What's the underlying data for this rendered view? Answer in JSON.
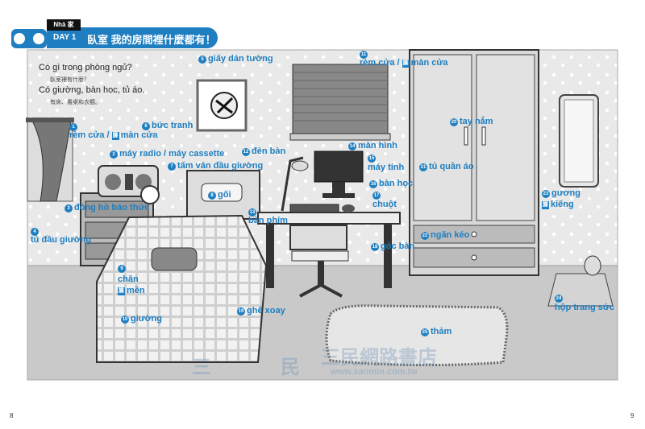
{
  "header": {
    "tag": "Nhà 家",
    "day": "DAY 1",
    "title": "臥室 我的房間裡什麼都有！"
  },
  "intro": {
    "q1": "Có gì trong phòng ngủ?",
    "q1_cn": "臥室裡有什麼？",
    "q2": "Có giường, bàn học, tủ áo.",
    "q2_cn": "有床、書桌和衣櫥。"
  },
  "labels": [
    {
      "n": "1",
      "text": "rèm cửa /",
      "cn": "簾",
      "text2": "màn cửa"
    },
    {
      "n": "2",
      "text": "máy radio / máy cassette"
    },
    {
      "n": "3",
      "text": "đồng hồ báo thức"
    },
    {
      "n": "4",
      "text": "tủ đầu giường"
    },
    {
      "n": "5",
      "text": "giấy dán tường"
    },
    {
      "n": "6",
      "text": "bức tranh"
    },
    {
      "n": "7",
      "text": "tấm ván đầu giường"
    },
    {
      "n": "8",
      "text": "gối"
    },
    {
      "n": "9",
      "text": "chăn",
      "cn": "簾",
      "text2": "mền"
    },
    {
      "n": "10",
      "text": "giường"
    },
    {
      "n": "11",
      "text": "rèm cửa /",
      "cn": "簾",
      "text2": "màn cửa"
    },
    {
      "n": "12",
      "text": "đèn bàn"
    },
    {
      "n": "13",
      "text": "bàn phím"
    },
    {
      "n": "14",
      "text": "màn hình"
    },
    {
      "n": "15",
      "text": "máy tính"
    },
    {
      "n": "16",
      "text": "bàn học"
    },
    {
      "n": "17",
      "text": "chuột"
    },
    {
      "n": "18",
      "text": "góc bàn"
    },
    {
      "n": "19",
      "text": "ghế xoay"
    },
    {
      "n": "20",
      "text": "tay nắm"
    },
    {
      "n": "21",
      "text": "tủ quần áo"
    },
    {
      "n": "22",
      "text": "ngăn kéo"
    },
    {
      "n": "23",
      "text": "gương",
      "cn": "簾",
      "text2": "kiếng"
    },
    {
      "n": "24",
      "text": "hộp trang sức"
    },
    {
      "n": "25",
      "text": "thảm"
    }
  ],
  "watermark": {
    "name": "三民網路書店",
    "url": "www.sanmin.com.tw",
    "mark1": "三",
    "mark2": "民"
  },
  "page_left": "8",
  "page_right": "9"
}
